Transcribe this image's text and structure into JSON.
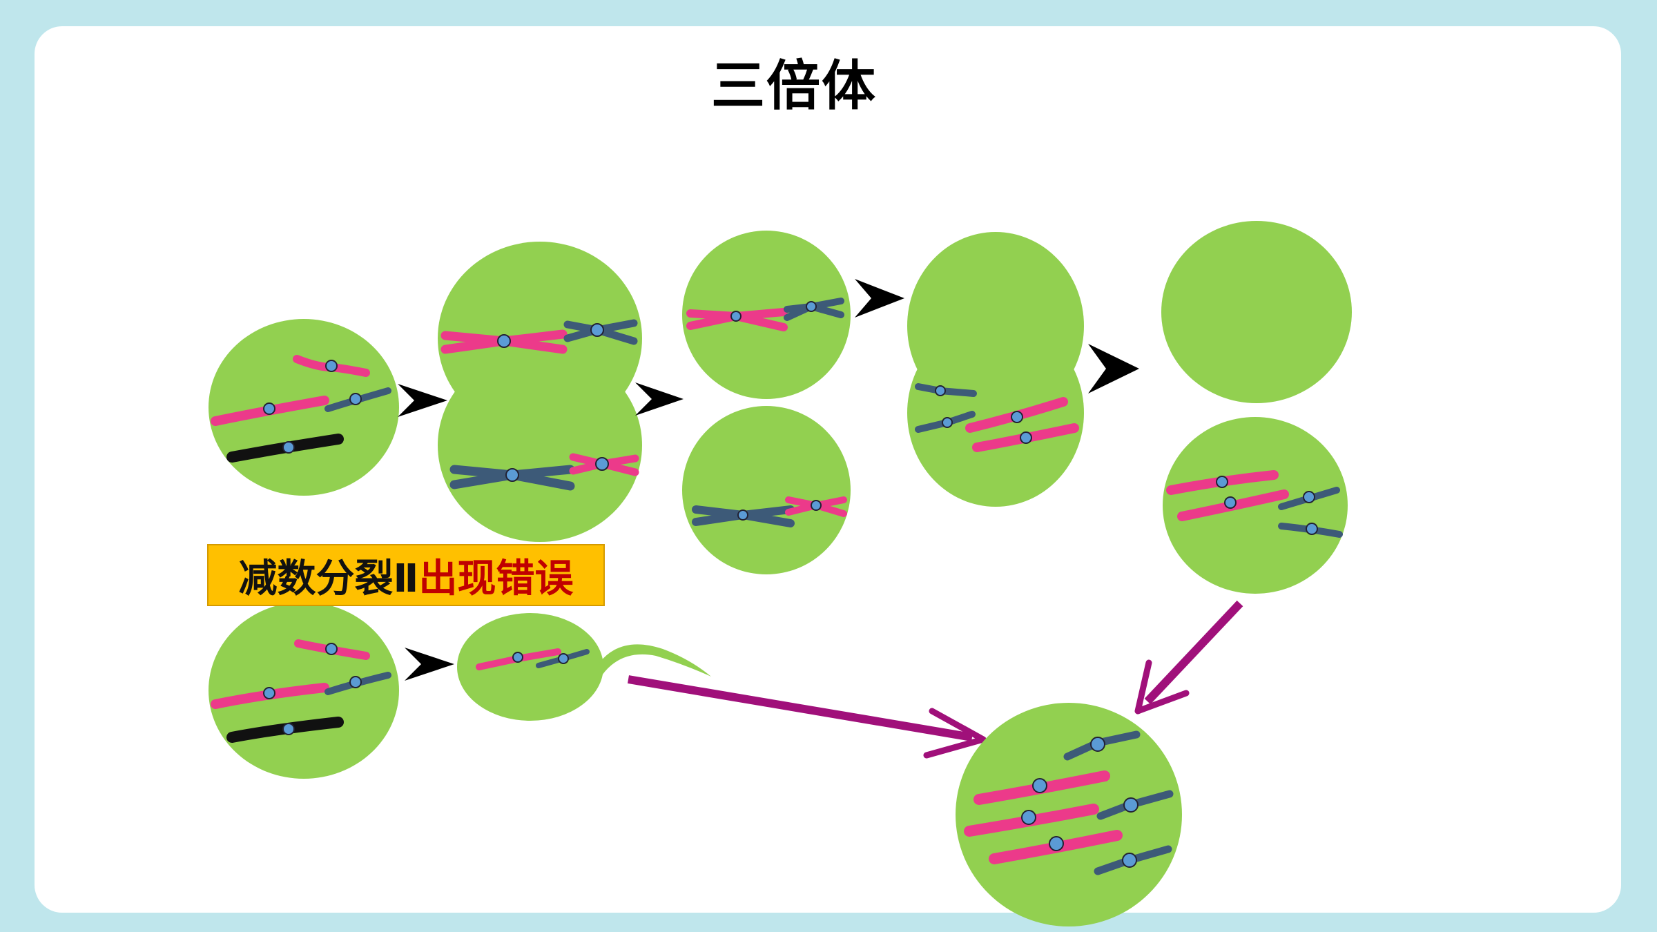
{
  "title": "三倍体",
  "label": {
    "black_text": "减数分裂Ⅱ",
    "red_text": "出现错误"
  },
  "colors": {
    "background": "#bfe6ec",
    "cell": "#92d050",
    "chromosome_pink": "#ec3a8a",
    "chromosome_slate": "#3d5a78",
    "chromosome_black": "#111111",
    "centromere": "#5b9bd5",
    "arrow_black": "#000000",
    "arrow_purple": "#a0107a",
    "label_fill": "#ffc000",
    "label_red": "#c00000"
  }
}
